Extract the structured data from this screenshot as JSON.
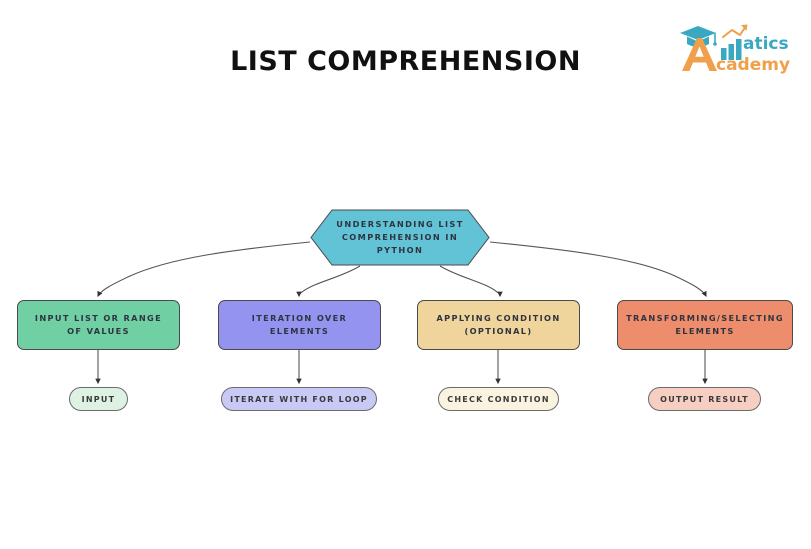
{
  "page": {
    "title": "LIST COMPREHENSION",
    "background_color": "#FFFFFF"
  },
  "logo": {
    "name": "analytics-academy-logo",
    "text_primary": "atics",
    "text_secondary": "cademy",
    "letter_a": "A",
    "color_orange": "#F2A councils",
    "accent_orange": "#F0A04B",
    "accent_teal": "#3AA8C1"
  },
  "diagram": {
    "type": "flowchart",
    "root": {
      "id": "root",
      "shape": "hexagon",
      "label": "UNDERSTANDING LIST COMPREHENSION IN PYTHON",
      "fill": "#62C3D6",
      "stroke": "#4A4A4A"
    },
    "stages": [
      {
        "id": "stage-input",
        "label": "INPUT LIST OR RANGE OF VALUES",
        "fill": "#71CFA4",
        "stroke": "#4A4A4A",
        "leaf": {
          "id": "leaf-input",
          "label": "INPUT",
          "fill": "#DDF2E3",
          "stroke": "#6B6B6B"
        }
      },
      {
        "id": "stage-iteration",
        "label": "ITERATION OVER ELEMENTS",
        "fill": "#9494F0",
        "stroke": "#4A4A4A",
        "leaf": {
          "id": "leaf-iterate",
          "label": "ITERATE WITH FOR LOOP",
          "fill": "#C9C9F5",
          "stroke": "#6B6B6B"
        }
      },
      {
        "id": "stage-condition",
        "label": "APPLYING CONDITION (OPTIONAL)",
        "fill": "#EFD49B",
        "stroke": "#4A4A4A",
        "leaf": {
          "id": "leaf-check",
          "label": "CHECK CONDITION",
          "fill": "#FAF3E0",
          "stroke": "#6B6B6B"
        }
      },
      {
        "id": "stage-transform",
        "label": "TRANSFORMING/SELECTING ELEMENTS",
        "fill": "#EE8D6C",
        "stroke": "#4A4A4A",
        "leaf": {
          "id": "leaf-output",
          "label": "OUTPUT RESULT",
          "fill": "#F7CEC2",
          "stroke": "#6B6B6B"
        }
      }
    ],
    "edge_color": "#555555"
  }
}
